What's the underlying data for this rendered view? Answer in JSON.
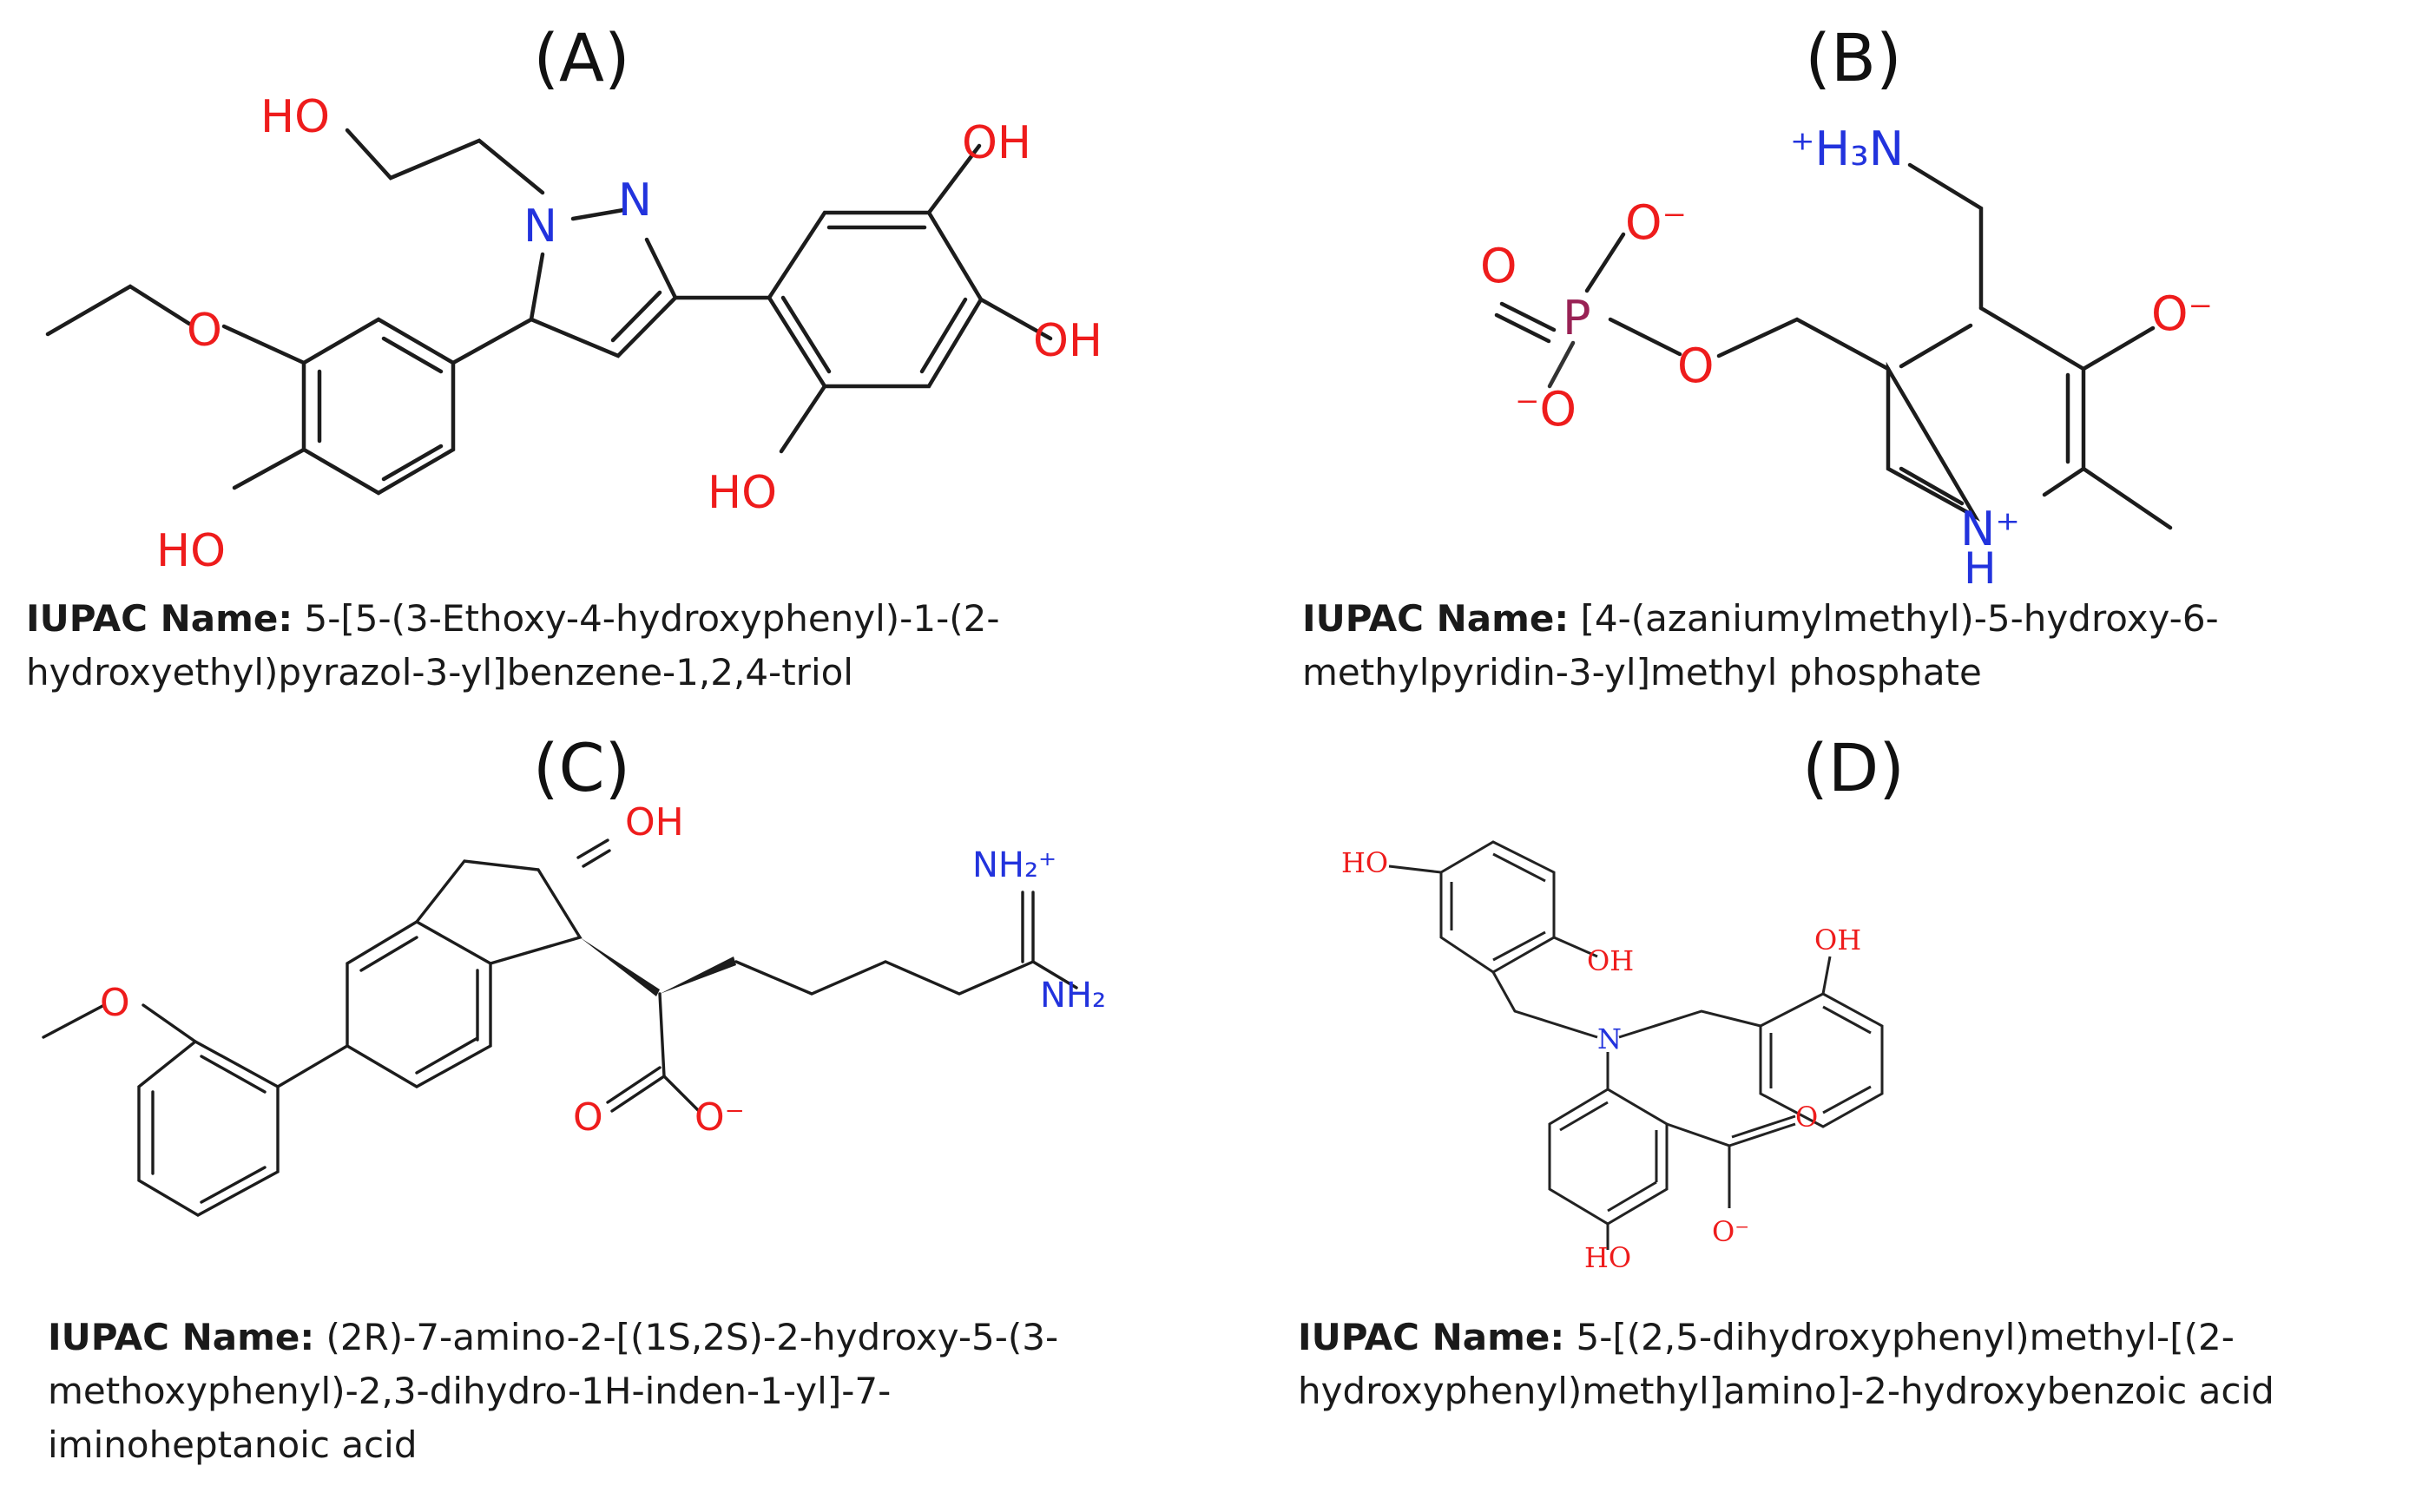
{
  "panels": {
    "a": {
      "label": "(A)",
      "iupac_prefix": "IUPAC Name:",
      "iupac_line1": " 5-[5-(3-Ethoxy-4-hydroxyphenyl)-1-(2-",
      "iupac_line2": "hydroxyethyl)pyrazol-3-yl]benzene-1,2,4-triol",
      "atoms": {
        "ho_top": "HO",
        "n1": "N",
        "n2": "N",
        "o_ether": "O",
        "oh_r1": "OH",
        "oh_r2": "OH",
        "ho_r3": "HO",
        "ho_l": "HO"
      }
    },
    "b": {
      "label": "(B)",
      "iupac_prefix": "IUPAC Name:",
      "iupac_line1": " [4-(azaniumylmethyl)-5-hydroxy-6-",
      "iupac_line2": "methylpyridin-3-yl]methyl phosphate",
      "atoms": {
        "nh3": "⁺H₃N",
        "o_minus_top": "O⁻",
        "o_double": "O",
        "p": "P",
        "o_bridge": "O",
        "o_minus_bot": "⁻O",
        "o_minus_ring": "O⁻",
        "n_plus": "N⁺",
        "h": "H"
      }
    },
    "c": {
      "label": "(C)",
      "iupac_prefix": "IUPAC Name:",
      "iupac_line1": " (2R)-7-amino-2-[(1S,2S)-2-hydroxy-5-(3-",
      "iupac_line2": "methoxyphenyl)-2,3-dihydro-1H-inden-1-yl]-7-",
      "iupac_line3": "iminoheptanoic acid",
      "atoms": {
        "oh": "OH",
        "o_methoxy": "O",
        "nh2_plus": "NH₂⁺",
        "nh2": "NH₂",
        "o_carbonyl": "O",
        "o_minus": "O⁻"
      }
    },
    "d": {
      "label": "(D)",
      "iupac_prefix": "IUPAC Name:",
      "iupac_line1": " 5-[(2,5-dihydroxyphenyl)methyl-[(2-",
      "iupac_line2": "hydroxyphenyl)methyl]amino]-2-hydroxybenzoic acid",
      "atoms": {
        "ho_top": "HO",
        "oh_mid": "OH",
        "oh_right": "OH",
        "n": "N",
        "o_carbonyl": "O",
        "ho_bottom": "HO",
        "o_minus": "O⁻"
      }
    }
  },
  "colors": {
    "oxygen": "#ee1c1c",
    "nitrogen": "#2233dd",
    "phosphorus": "#992255",
    "bond": "#1c1c1c"
  }
}
